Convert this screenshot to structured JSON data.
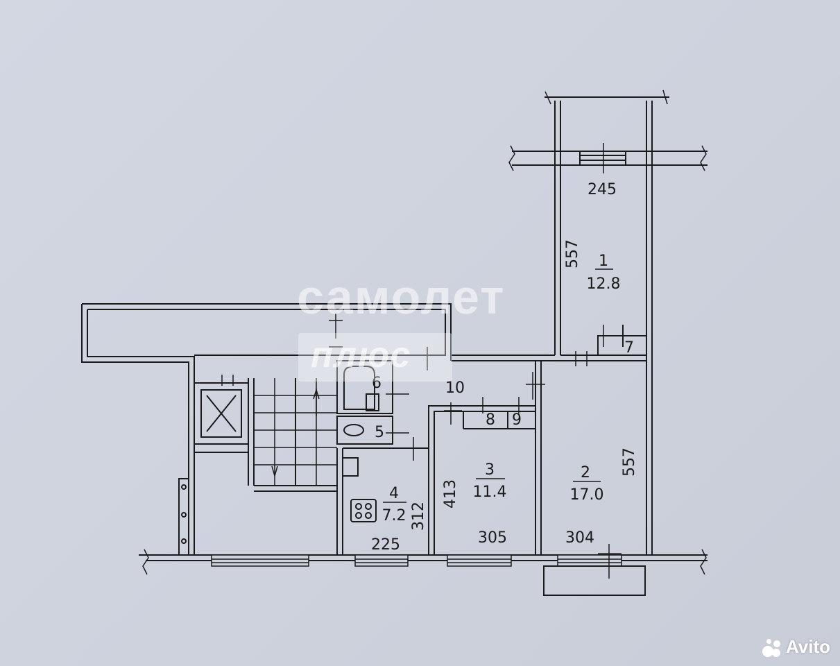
{
  "watermark": {
    "main": "самолет",
    "sub": "плюс"
  },
  "rooms": [
    {
      "number": "1",
      "area": "12.8"
    },
    {
      "number": "2",
      "area": "17.0"
    },
    {
      "number": "3",
      "area": "11.4"
    },
    {
      "number": "4",
      "area": "7.2"
    }
  ],
  "aux_labels": {
    "l5": "5",
    "l6": "6",
    "l7": "7",
    "l8": "8",
    "l9": "9",
    "l10": "10"
  },
  "dimensions": {
    "room1_width": "245",
    "room1_length": "557",
    "room2_length": "557",
    "room2_width": "304",
    "room3_width": "305",
    "room3_length": "413",
    "room4_width": "225",
    "room4_length": "312"
  },
  "logo": {
    "text": "Avito"
  }
}
